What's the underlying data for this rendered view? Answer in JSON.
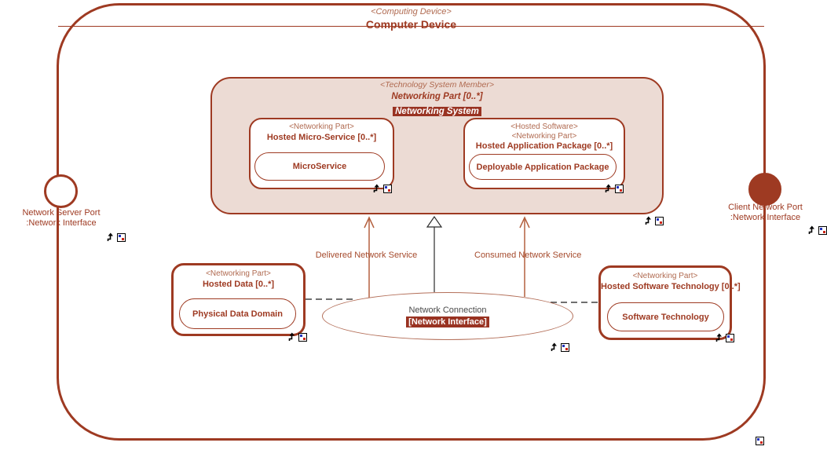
{
  "device": {
    "stereotype": "<Computing Device>",
    "name": "Computer Device"
  },
  "networking_system": {
    "stereotype": "<Technology System Member>",
    "part": "Networking Part [0..*]",
    "name": "Networking System",
    "micro_service": {
      "stereotype": "<Networking Part>",
      "part": "Hosted Micro-Service [0..*]",
      "type_name": "MicroService"
    },
    "app_package": {
      "stereotype_hosted": "<Hosted Software>",
      "stereotype_part": "<Networking Part>",
      "part": "Hosted Application Package [0..*]",
      "type_name": "Deployable Application Package"
    }
  },
  "ports": {
    "server": {
      "name": "Network Server Port",
      "type_name": ":Network Interface"
    },
    "client": {
      "name": "Client Network Port",
      "type_name": ":Network Interface"
    }
  },
  "hosted_data": {
    "stereotype": "<Networking Part>",
    "part": "Hosted Data [0..*]",
    "type_name": "Physical Data Domain"
  },
  "hosted_software_technology": {
    "stereotype": "<Networking Part>",
    "part": "Hosted Software Technology [0..*]",
    "type_name": "Software Technology"
  },
  "network_connection": {
    "name": "Network Connection",
    "type_name": "[Network Interface]"
  },
  "connectors": {
    "delivered": "Delivered Network Service",
    "consumed": "Consumed Network Service"
  },
  "icons": {
    "navigate": "navigate-icon",
    "diagram": "diagram-icon"
  },
  "colors": {
    "accent": "#9e3a22",
    "stereotype_text": "#b06a50",
    "system_fill": "#ecdbd4",
    "ellipse_border": "#b4705a",
    "highlight_bg": "#993322",
    "highlight_text": "#ffffff",
    "connector_black": "#2b2b2b"
  }
}
